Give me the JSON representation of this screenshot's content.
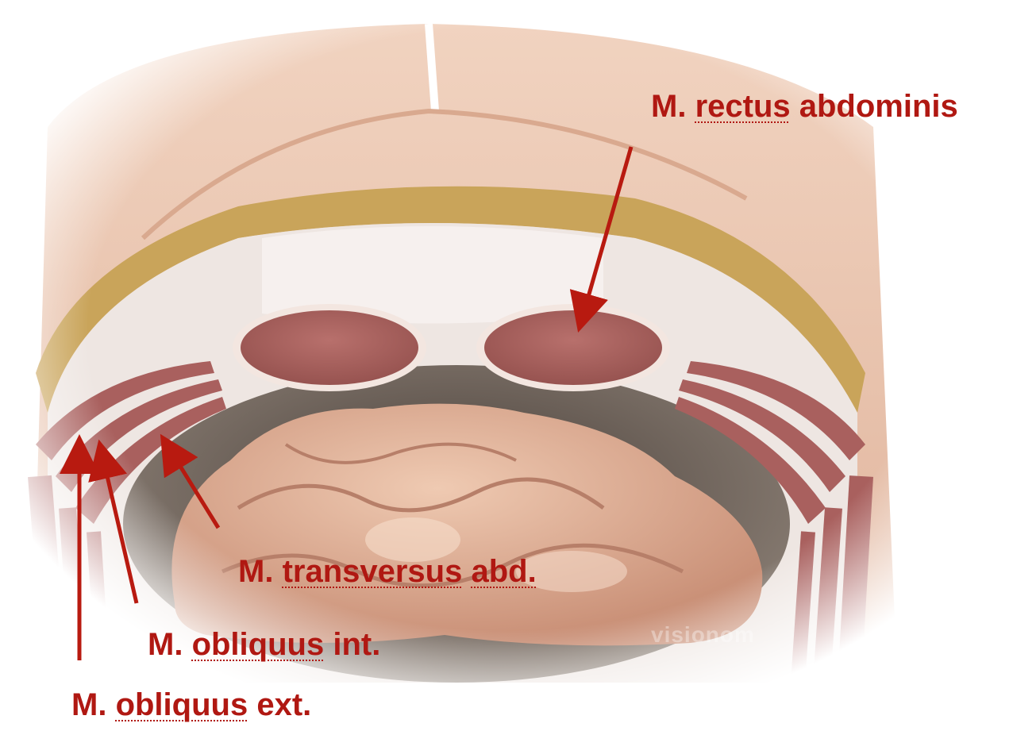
{
  "labels": {
    "rectus": {
      "prefix": "M.",
      "word1": "rectus",
      "word2": "abdominis"
    },
    "transversus": {
      "prefix": "M.",
      "word1": "transversus",
      "word2": "abd."
    },
    "obliquus_int": {
      "prefix": "M.",
      "word1": "obliquus",
      "word2": "int."
    },
    "obliquus_ext": {
      "prefix": "M.",
      "word1": "obliquus",
      "word2": "ext."
    }
  },
  "watermark": "visionom",
  "colors": {
    "label": "#b01812",
    "arrow": "#b81a10",
    "skin": "#e9c2aa",
    "fat": "#c9a45a",
    "fascia": "#eee6e2",
    "muscle": "#a9605e",
    "intestine": "#dcae93"
  }
}
